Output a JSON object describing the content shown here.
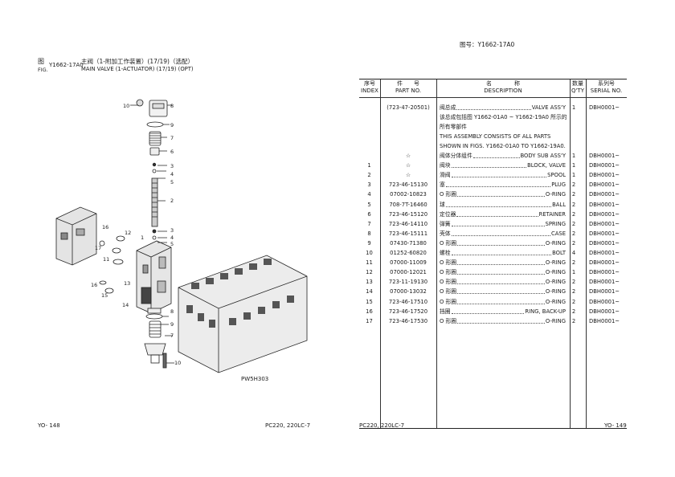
{
  "left_page": {
    "fig_label_cn": "图",
    "fig_label_en": "FIG.",
    "fig_no": "Y1662-17A0",
    "title_cn": "主阀（1-附加工作装置）(17/19)（选配）",
    "title_en": "MAIN VALVE (1-ACTUATOR) (17/19) (OPT)",
    "drawing_code": "PW5H303",
    "callouts": [
      "10",
      "8",
      "9",
      "7",
      "6",
      "3",
      "4",
      "5",
      "2",
      "3",
      "4",
      "5",
      "16",
      "12",
      "17",
      "11",
      "16",
      "13",
      "15",
      "1",
      "14",
      "8",
      "9",
      "7",
      "10"
    ],
    "footer_left": "YO- 148",
    "footer_right": "PC220, 220LC-7"
  },
  "right_page": {
    "header": "图号：Y1662-17A0",
    "columns": {
      "index_cn": "序号",
      "index_en": "INDEX",
      "part_cn": "件　　号",
      "part_en": "PART NO.",
      "desc_cn": "名　　　　称",
      "desc_en": "DESCRIPTION",
      "qty_cn": "数量",
      "qty_en": "Q'TY",
      "serial_cn": "系列号",
      "serial_en": "SERIAL NO."
    },
    "assy": {
      "part": "(723-47-20501)",
      "desc_cn": "阀总成",
      "desc_en": "VALVE ASS'Y",
      "qty": "1",
      "serial": "DBH0001~",
      "note_cn_1": "该总成包括图 Y1662-01A0 ~ Y1662-19A0 所示的",
      "note_cn_2": "所有零部件",
      "note_en_1": "THIS  ASSEMBLY  CONSISTS  OF  ALL  PARTS",
      "note_en_2": "SHOWN IN FIGS. Y1662-01A0 TO Y1662-19A0."
    },
    "rows": [
      {
        "idx": "",
        "pn": "☆",
        "cn": "阀体分体组件",
        "en": "BODY SUB ASS'Y",
        "qty": "1",
        "serial": "DBH0001~"
      },
      {
        "idx": "1",
        "pn": "☆",
        "cn": "阀块",
        "en": "BLOCK, VALVE",
        "qty": "1",
        "serial": "DBH0001~"
      },
      {
        "idx": "2",
        "pn": "☆",
        "cn": "滑阀",
        "en": "SPOOL",
        "qty": "1",
        "serial": "DBH0001~"
      },
      {
        "idx": "3",
        "pn": "723-46-15130",
        "cn": "塞",
        "en": "PLUG",
        "qty": "2",
        "serial": "DBH0001~"
      },
      {
        "idx": "4",
        "pn": "07002-10823",
        "cn": "O 形圈",
        "en": "O-RING",
        "qty": "2",
        "serial": "DBH0001~"
      },
      {
        "idx": "5",
        "pn": "708-7T-16460",
        "cn": "球",
        "en": "BALL",
        "qty": "2",
        "serial": "DBH0001~"
      },
      {
        "idx": "6",
        "pn": "723-46-15120",
        "cn": "定位器",
        "en": "RETAINER",
        "qty": "2",
        "serial": "DBH0001~"
      },
      {
        "idx": "7",
        "pn": "723-46-14110",
        "cn": "弹簧",
        "en": "SPRING",
        "qty": "2",
        "serial": "DBH0001~"
      },
      {
        "idx": "8",
        "pn": "723-46-15111",
        "cn": "壳体",
        "en": "CASE",
        "qty": "2",
        "serial": "DBH0001~"
      },
      {
        "idx": "9",
        "pn": "07430-71380",
        "cn": "O 形圈",
        "en": "O-RING",
        "qty": "2",
        "serial": "DBH0001~"
      },
      {
        "idx": "10",
        "pn": "01252-60820",
        "cn": "螺栓",
        "en": "BOLT",
        "qty": "4",
        "serial": "DBH0001~"
      },
      {
        "idx": "11",
        "pn": "07000-11009",
        "cn": "O 形圈",
        "en": "O-RING",
        "qty": "2",
        "serial": "DBH0001~"
      },
      {
        "idx": "12",
        "pn": "07000-12021",
        "cn": "O 形圈",
        "en": "O-RING",
        "qty": "1",
        "serial": "DBH0001~"
      },
      {
        "idx": "13",
        "pn": "723-11-19130",
        "cn": "O 形圈",
        "en": "O-RING",
        "qty": "2",
        "serial": "DBH0001~"
      },
      {
        "idx": "14",
        "pn": "07000-13032",
        "cn": "O 形圈",
        "en": "O-RING",
        "qty": "2",
        "serial": "DBH0001~"
      },
      {
        "idx": "15",
        "pn": "723-46-17510",
        "cn": "O 形圈",
        "en": "O-RING",
        "qty": "2",
        "serial": "DBH0001~"
      },
      {
        "idx": "16",
        "pn": "723-46-17520",
        "cn": "挡圈",
        "en": "RING, BACK-UP",
        "qty": "2",
        "serial": "DBH0001~"
      },
      {
        "idx": "17",
        "pn": "723-46-17530",
        "cn": "O 形圈",
        "en": "O-RING",
        "qty": "2",
        "serial": "DBH0001~"
      }
    ],
    "footer_left": "PC220, 220LC-7",
    "footer_right": "YO- 149"
  }
}
